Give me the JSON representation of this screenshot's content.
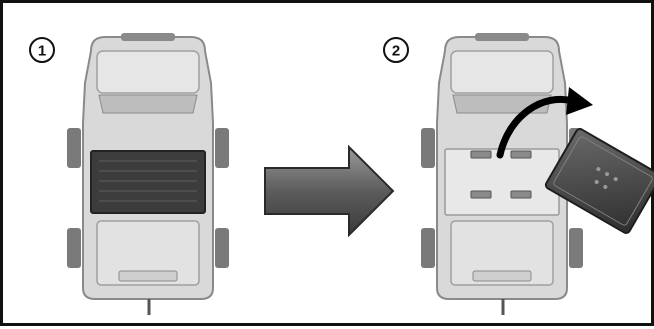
{
  "steps": [
    {
      "number": "1"
    },
    {
      "number": "2"
    }
  ],
  "colors": {
    "frame": "#111111",
    "body_light": "#d9d9d9",
    "body_mid": "#bdbdbd",
    "body_dark": "#8a8a8a",
    "cover": "#4a4a4a",
    "arrow": "#595959",
    "curved_arrow": "#000000"
  },
  "icons": {
    "step_1_illustration": "truck-with-battery-cover-closed",
    "step_2_illustration": "truck-with-battery-cover-removed",
    "transition": "right-arrow-icon",
    "lift_motion": "curved-arrow-icon"
  }
}
